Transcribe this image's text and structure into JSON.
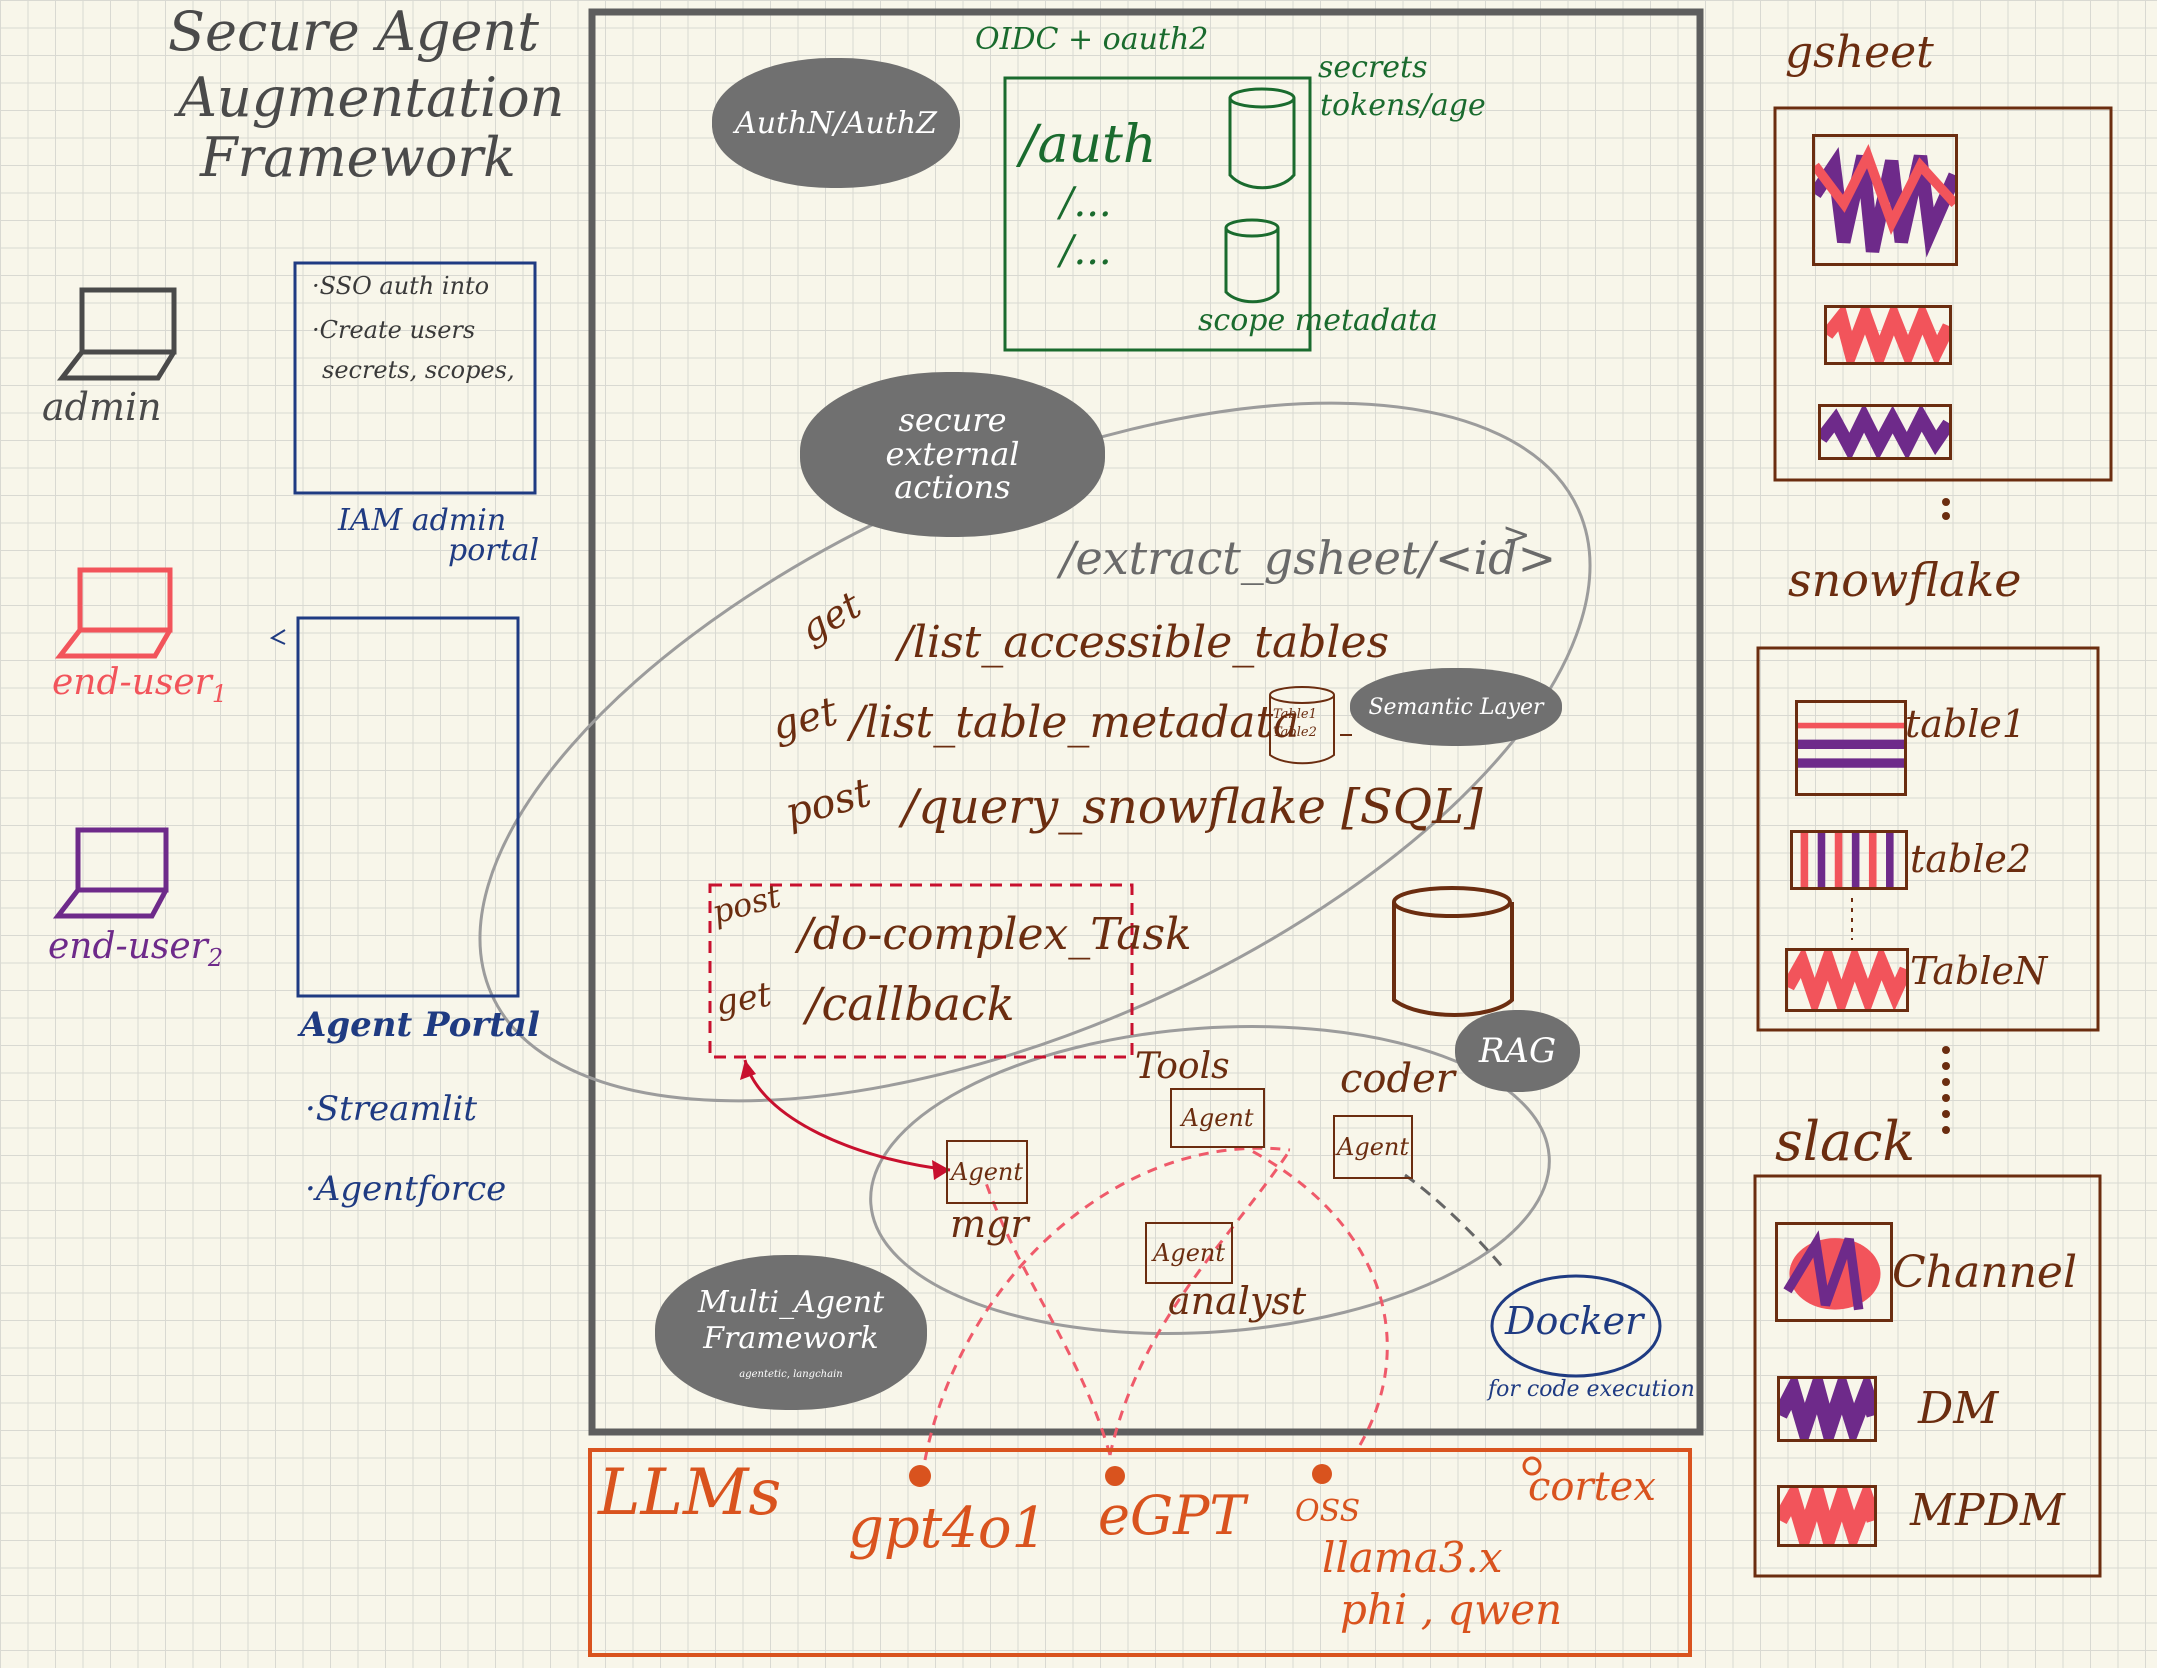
{
  "title": [
    "Secure Agent",
    "Augmentation",
    "Framework"
  ],
  "users": {
    "admin": "admin",
    "end_user_1": "end-user",
    "end_user_1_sub": "1",
    "end_user_2": "end-user",
    "end_user_2_sub": "2"
  },
  "iam_portal": {
    "lines": [
      "·SSO auth into",
      "·Create  users",
      " secrets, scopes,"
    ],
    "label_1": "IAM admin",
    "label_2": "portal"
  },
  "agent_portal": {
    "label": "Agent Portal",
    "options": [
      "·Streamlit",
      "·Agentforce"
    ]
  },
  "auth": {
    "cloud": "AuthN/AuthZ",
    "protocol": "OIDC + oauth2",
    "routes": [
      "/auth",
      "/...",
      "/..."
    ],
    "secrets_label_1": "secrets",
    "secrets_label_2": "tokens/age",
    "scope_label": "scope metadata"
  },
  "actions": {
    "cloud": [
      "secure",
      "external",
      "actions"
    ],
    "extract": "/extract_gsheet/<id>",
    "extract_arrow": ">",
    "endpoints": [
      {
        "method": "get",
        "path": "/list_accessible_tables"
      },
      {
        "method": "get",
        "path": "/list_table_metadata"
      },
      {
        "method": "post",
        "path": "/query_snowflake [SQL]"
      }
    ],
    "mini_table_labels": [
      "Table1",
      "Table2"
    ],
    "semantic_layer": "Semantic Layer",
    "complex": [
      {
        "method": "post",
        "path": "/do-complex_Task"
      },
      {
        "method": "get",
        "path": "/callback"
      }
    ]
  },
  "agents": {
    "rag": "RAG",
    "tools_label": "Tools",
    "coder_label": "coder",
    "agent_box": "Agent",
    "mgr_label": "mgr",
    "analyst_label": "analyst",
    "docker": "Docker",
    "docker_note": "for code execution",
    "cloud": [
      "Multi_Agent",
      "Framework"
    ],
    "cloud_small": "agentetic, langchain"
  },
  "llms": {
    "title": "LLMs",
    "models": [
      "gpt4o1",
      "eGPT",
      "OSS",
      "cortex"
    ],
    "oss_models": [
      "llama3.x",
      "phi , qwen"
    ]
  },
  "sources": {
    "gsheet": "gsheet",
    "snowflake": "snowflake",
    "tables": [
      "table1",
      "table2",
      "TableN"
    ],
    "slack": "slack",
    "slack_items": [
      "Channel",
      "DM",
      "MPDM"
    ]
  },
  "colors": {
    "brown": "#6b2d10",
    "purple": "#6e2a8a",
    "pink": "#f2545b",
    "green": "#1a6b2e",
    "navy": "#1f3b82",
    "orange": "#d9531e",
    "red": "#c8102e",
    "cloud_gray": "#707070"
  }
}
